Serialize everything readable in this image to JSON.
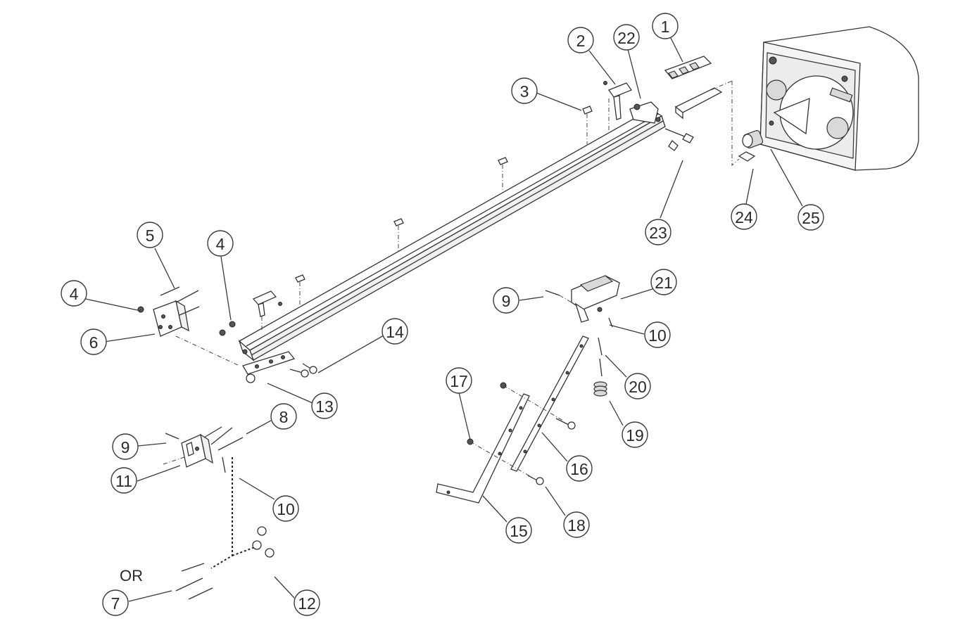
{
  "or_label": "OR",
  "callouts": [
    {
      "id": "c1",
      "label": "1"
    },
    {
      "id": "c2",
      "label": "2"
    },
    {
      "id": "c22",
      "label": "22"
    },
    {
      "id": "c3",
      "label": "3"
    },
    {
      "id": "c23",
      "label": "23"
    },
    {
      "id": "c24",
      "label": "24"
    },
    {
      "id": "c25",
      "label": "25"
    },
    {
      "id": "c5",
      "label": "5"
    },
    {
      "id": "c4a",
      "label": "4"
    },
    {
      "id": "c4b",
      "label": "4"
    },
    {
      "id": "c6",
      "label": "6"
    },
    {
      "id": "c14",
      "label": "14"
    },
    {
      "id": "c13",
      "label": "13"
    },
    {
      "id": "c8",
      "label": "8"
    },
    {
      "id": "c9a",
      "label": "9"
    },
    {
      "id": "c11",
      "label": "11"
    },
    {
      "id": "c10a",
      "label": "10"
    },
    {
      "id": "c12",
      "label": "12"
    },
    {
      "id": "c7",
      "label": "7"
    },
    {
      "id": "c9b",
      "label": "9"
    },
    {
      "id": "c21",
      "label": "21"
    },
    {
      "id": "c10b",
      "label": "10"
    },
    {
      "id": "c17",
      "label": "17"
    },
    {
      "id": "c20",
      "label": "20"
    },
    {
      "id": "c19",
      "label": "19"
    },
    {
      "id": "c16",
      "label": "16"
    },
    {
      "id": "c15",
      "label": "15"
    },
    {
      "id": "c18",
      "label": "18"
    }
  ]
}
